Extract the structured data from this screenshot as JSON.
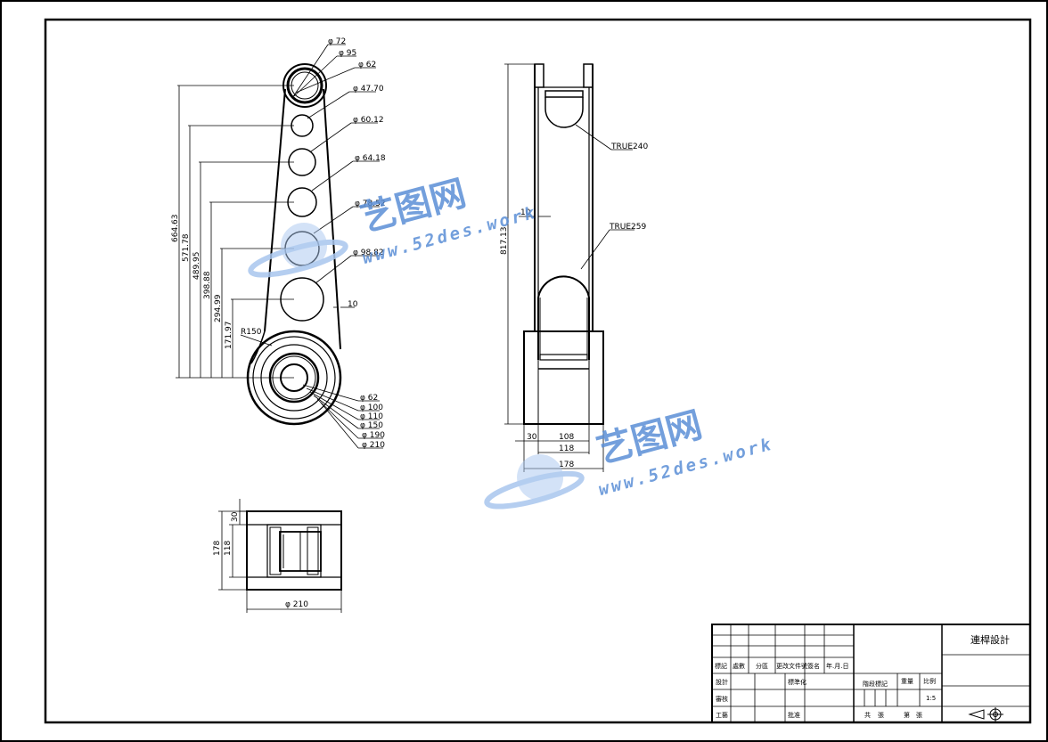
{
  "front_view": {
    "dia_labels": [
      "φ 72",
      "φ 95",
      "φ 62",
      "φ 47.70",
      "φ 60.12",
      "φ 64.18",
      "φ 78.52",
      "φ 98.82"
    ],
    "bottom_dia_labels": [
      "φ 62",
      "φ 100",
      "φ 110",
      "φ 150",
      "φ 190",
      "φ 210"
    ],
    "heights": [
      "664.63",
      "571.78",
      "489.95",
      "398.88",
      "294.99",
      "171.97"
    ],
    "radius_label": "R150",
    "gap_label": "10"
  },
  "side_view": {
    "height_label": "817.13",
    "gap_label": "10",
    "arc_top_label": "TRUE240",
    "arc_mid_label": "TRUE259",
    "widths": [
      "30",
      "108",
      "118",
      "178"
    ]
  },
  "top_view": {
    "left_dims": [
      "30",
      "178",
      "118"
    ],
    "bottom_dim": "φ 210"
  },
  "title_block": {
    "part_name": "連桿設計",
    "header_labels": [
      "標記",
      "處數",
      "分區",
      "更改文件號",
      "簽名",
      "年.月.日"
    ],
    "row_labels": [
      "設計",
      "標準化",
      "審核",
      "工藝",
      "批准"
    ],
    "stage_labels": [
      "階段標記",
      "重量",
      "比例"
    ],
    "scale": "1:5",
    "sheet_labels": [
      "共",
      "張",
      "第",
      "張"
    ]
  },
  "watermark": {
    "cn": "艺图网",
    "url": "www.52des.work"
  },
  "colors": {
    "ink": "#000000",
    "watermark": "#5b8fd6",
    "watermark_light": "#a9c6ee"
  }
}
